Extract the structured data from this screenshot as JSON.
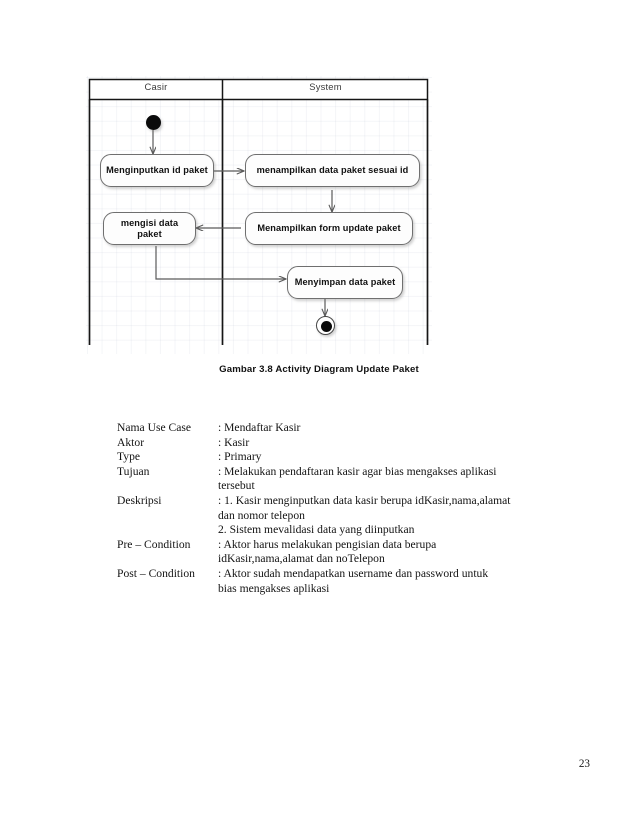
{
  "page": {
    "number": "23",
    "background_color": "#ffffff"
  },
  "figure": {
    "caption": "Gambar 3.8 Activity Diagram Update Paket",
    "diagram_type": "uml-activity-diagram",
    "lanes": [
      {
        "name": "Casir"
      },
      {
        "name": "System"
      }
    ],
    "nodes": [
      {
        "id": "start",
        "type": "initial-node",
        "lane": "Casir",
        "label": ""
      },
      {
        "id": "a1",
        "type": "action",
        "lane": "Casir",
        "label": "Menginputkan id paket"
      },
      {
        "id": "a2",
        "type": "action",
        "lane": "System",
        "label": "menampilkan data paket sesuai id"
      },
      {
        "id": "a3",
        "type": "action",
        "lane": "System",
        "label": "Menampilkan form update paket"
      },
      {
        "id": "a4",
        "type": "action",
        "lane": "Casir",
        "label": "mengisi data paket"
      },
      {
        "id": "a5",
        "type": "action",
        "lane": "System",
        "label": "Menyimpan data paket"
      },
      {
        "id": "end",
        "type": "final-node",
        "lane": "System",
        "label": ""
      }
    ],
    "edges": [
      {
        "from": "start",
        "to": "a1"
      },
      {
        "from": "a1",
        "to": "a2"
      },
      {
        "from": "a2",
        "to": "a3"
      },
      {
        "from": "a3",
        "to": "a4"
      },
      {
        "from": "a4",
        "to": "a5"
      },
      {
        "from": "a5",
        "to": "end"
      }
    ],
    "colors": {
      "node_border": "#6f6f6f",
      "node_fill": "#fdfdfd",
      "lane_border": "#161616",
      "arrow": "#5a5a5a",
      "grid": "rgba(150,160,185,0.10)"
    }
  },
  "usecase": {
    "rows": [
      {
        "label": "Nama Use Case",
        "value": ": Mendaftar Kasir"
      },
      {
        "label": "Aktor",
        "value": ": Kasir"
      },
      {
        "label": "Type",
        "value": ": Primary"
      },
      {
        "label": "Tujuan",
        "value": ": Melakukan pendaftaran kasir agar bias mengakses aplikasi\ntersebut"
      },
      {
        "label": "Deskripsi",
        "value": ": 1. Kasir menginputkan data kasir berupa idKasir,nama,alamat\ndan nomor telepon\n2. Sistem mevalidasi data yang diinputkan"
      },
      {
        "label": "Pre – Condition",
        "value": ": Aktor harus melakukan pengisian data berupa\nidKasir,nama,alamat dan noTelepon"
      },
      {
        "label": "Post – Condition",
        "value": ": Aktor sudah mendapatkan username dan password untuk\nbias mengakses aplikasi"
      }
    ]
  }
}
